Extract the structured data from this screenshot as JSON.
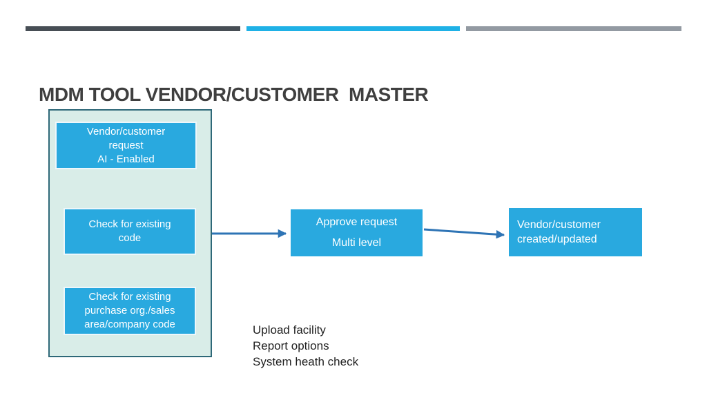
{
  "slide": {
    "title": "MDM TOOL VENDOR/CUSTOMER  MASTER",
    "accent_bars": [
      {
        "name": "dark-bar",
        "color": "#474E55"
      },
      {
        "name": "blue-bar",
        "color": "#1FB1E6"
      },
      {
        "name": "gray-bar",
        "color": "#939AA2"
      }
    ]
  },
  "flow": {
    "request_group": {
      "steps": [
        {
          "lines": [
            "Vendor/customer",
            "request",
            "AI - Enabled"
          ]
        },
        {
          "lines": [
            "Check for existing",
            "code"
          ]
        },
        {
          "lines": [
            "Check for existing",
            "purchase org./sales",
            "area/company code"
          ]
        }
      ]
    },
    "approve_step": {
      "lines": [
        "Approve request",
        "Multi level"
      ]
    },
    "result_step": {
      "lines": [
        "Vendor/customer",
        "created/updated"
      ]
    }
  },
  "notes": {
    "lines": [
      "Upload facility",
      "Report options",
      "System heath check"
    ]
  },
  "colors": {
    "node_fill": "#29A9DF",
    "node_text": "#FFFFFF",
    "group_fill": "#D9EDE8",
    "group_border": "#2E6878",
    "arrow": "#2E74B5",
    "title_text": "#3F3F3F",
    "bar_dark": "#474E55",
    "bar_blue": "#1FB1E6",
    "bar_gray": "#939AA2"
  }
}
